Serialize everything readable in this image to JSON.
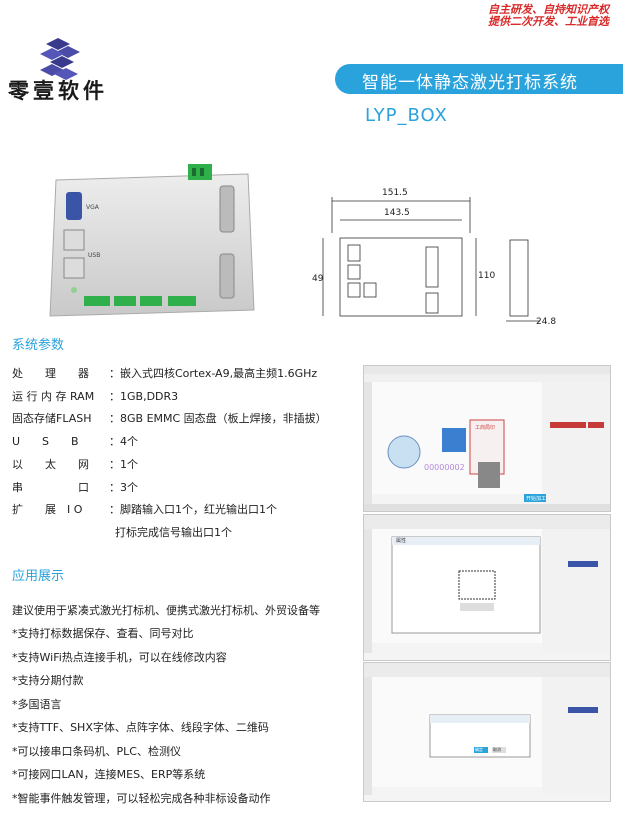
{
  "brand": {
    "name": "零壹软件",
    "slogan_line1": "自主研发、自持知识产权",
    "slogan_line2": "提供二次开发、工业首选"
  },
  "header": {
    "title": "智能一体静态激光打标系统",
    "model": "LYP_BOX"
  },
  "product_photo": {
    "vga_label": "VGA",
    "usb_label": "USB"
  },
  "drawing": {
    "width_total": "151.5",
    "width_inner": "143.5",
    "height_total": "110",
    "height_left": "49",
    "depth": "24.8"
  },
  "params": {
    "title": "系统参数",
    "items": [
      {
        "key": "处　　理　　器",
        "value": "：嵌入式四核Cortex-A9,最高主频1.6GHz"
      },
      {
        "key": "运 行 内 存 RAM",
        "value": "：1GB,DDR3"
      },
      {
        "key": "固态存储FLASH",
        "value": "：8GB EMMC 固态盘（板上焊接，非插拔）"
      },
      {
        "key": "U　　S　　B",
        "value": "：4个"
      },
      {
        "key": "以　　太　　网",
        "value": "：1个"
      },
      {
        "key": "串　　　　　口",
        "value": "：3个"
      },
      {
        "key": "扩　　展　I O",
        "value": "：脚踏输入口1个，红光输出口1个"
      }
    ],
    "extra": "打标完成信号输出口1个"
  },
  "apps": {
    "title": "应用展示",
    "lines": [
      "建议使用于紧凑式激光打标机、便携式激光打标机、外贸设备等",
      "*支持打标数据保存、查看、同号对比",
      "*支持WiFi热点连接手机，可以在线修改内容",
      "*支持分期付款",
      "*多国语言",
      "*支持TTF、SHX字体、点阵字体、线段字体、二维码",
      "*可以接串口条码机、PLC、检测仪",
      "*可接网口LAN，连接MES、ERP等系统",
      "*智能事件触发管理，可以轻松完成各种非标设备动作"
    ]
  },
  "screens": {
    "serial": "00000002",
    "stamp_text": "工商局印",
    "dialog_title": "属性",
    "confirm": "确定",
    "cancel": "取消",
    "mark_button": "开始加工"
  },
  "colors": {
    "accent": "#2aa3dc",
    "slogan": "#d92a2a",
    "terminal_green": "#2fb04a"
  }
}
